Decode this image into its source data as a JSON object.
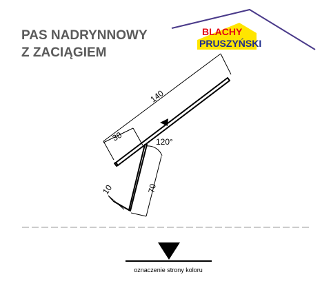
{
  "header": {
    "title_line1": "PAS NADRYNNOWY",
    "title_line2": "Z ZACIĄGIEM"
  },
  "logo": {
    "line1": "BLACHY",
    "line2": "PRUSZYŃSKI",
    "red": "#e30613",
    "blue": "#1d2c8c",
    "yellow": "#ffe500",
    "purple": "#4a3a8a"
  },
  "diagram": {
    "dim_top": "140",
    "dim_left": "30",
    "dim_angle": "120°",
    "dim_vertical": "70",
    "dim_hook": "10"
  },
  "legend": {
    "caption": "oznaczenie strony koloru"
  }
}
